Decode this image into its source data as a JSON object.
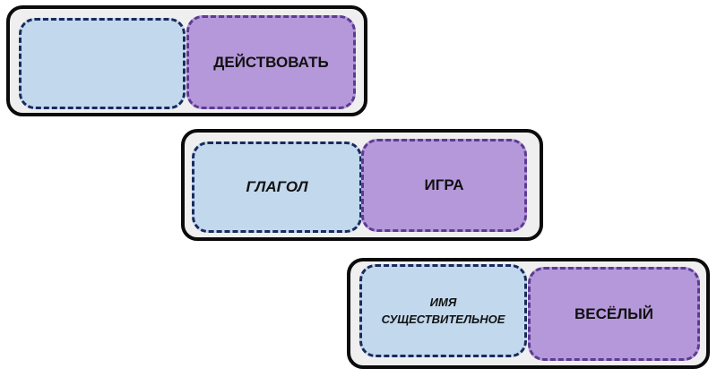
{
  "cards": [
    {
      "left": "",
      "right": "ДЕЙСТВОВАТЬ"
    },
    {
      "left": "ГЛАГОЛ",
      "right": "ИГРА"
    },
    {
      "left_line1": "ИМЯ",
      "left_line2": "СУЩЕСТВИТЕЛЬНОЕ",
      "right": "ВЕСЁЛЫЙ"
    }
  ],
  "colors": {
    "left_fill": "#c2d8ec",
    "right_fill": "#b598da",
    "card_border": "#0b0b0b",
    "card_fill": "#efefef"
  }
}
